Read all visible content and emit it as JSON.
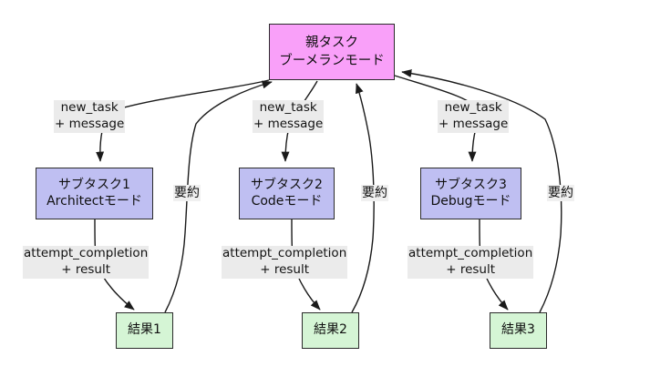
{
  "diagram": {
    "type": "flowchart",
    "title_text_present": false,
    "background": "#ffffff",
    "colors": {
      "parent_fill": "#f9a0f9",
      "subtask_fill": "#bfbff2",
      "result_fill": "#d5f5d5",
      "edge_stroke": "#1a1a1a",
      "label_bg": "#ebebeb",
      "node_border": "#2b2b2b"
    }
  },
  "nodes": {
    "parent": {
      "line1": "親タスク",
      "line2": "ブーメランモード"
    },
    "subtasks": [
      {
        "line1": "サブタスク1",
        "line2": "Architectモード"
      },
      {
        "line1": "サブタスク2",
        "line2": "Codeモード"
      },
      {
        "line1": "サブタスク3",
        "line2": "Debugモード"
      }
    ],
    "results": [
      {
        "label": "結果1"
      },
      {
        "label": "結果2"
      },
      {
        "label": "結果3"
      }
    ]
  },
  "edge_labels": {
    "new_task": [
      {
        "line1": "new_task",
        "line2": "+ message"
      },
      {
        "line1": "new_task",
        "line2": "+ message"
      },
      {
        "line1": "new_task",
        "line2": "+ message"
      }
    ],
    "attempt_completion": [
      {
        "line1": "attempt_completion",
        "line2": "+ result"
      },
      {
        "line1": "attempt_completion",
        "line2": "+ result"
      },
      {
        "line1": "attempt_completion",
        "line2": "+ result"
      }
    ],
    "summary": [
      {
        "label": "要約"
      },
      {
        "label": "要約"
      },
      {
        "label": "要約"
      }
    ]
  }
}
